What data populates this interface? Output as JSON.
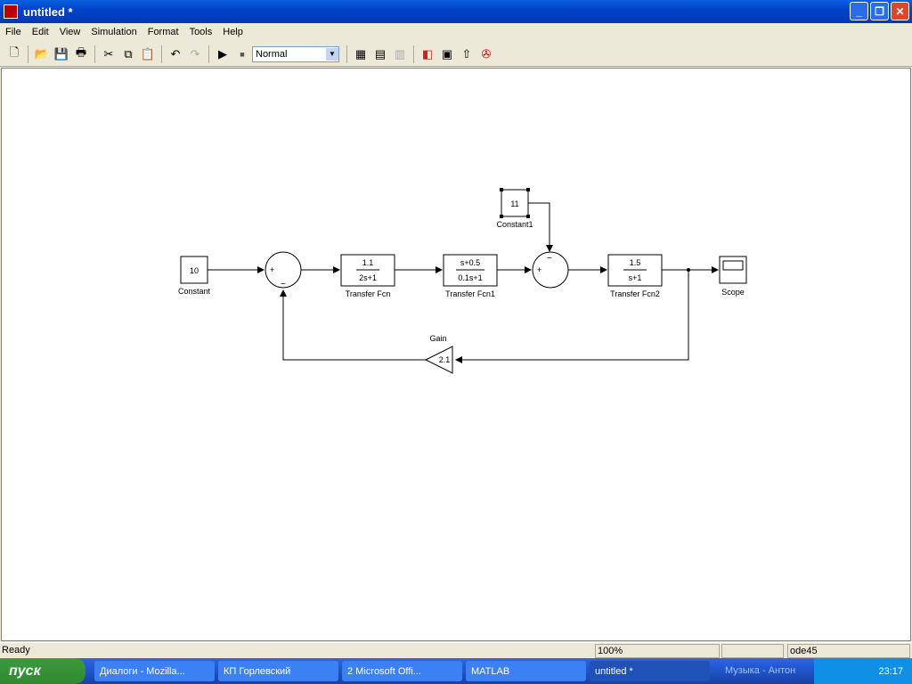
{
  "window": {
    "title": "untitled *",
    "minimize": "_",
    "maximize": "❐",
    "close": "✕"
  },
  "menu": [
    "File",
    "Edit",
    "View",
    "Simulation",
    "Format",
    "Tools",
    "Help"
  ],
  "toolbar": {
    "mode": "Normal",
    "icons": [
      "new-icon",
      "open-icon",
      "save-icon",
      "print-icon",
      "cut-icon",
      "copy-icon",
      "paste-icon",
      "undo-icon",
      "redo-icon",
      "play-icon",
      "stop-icon",
      "library-icon",
      "build-icon",
      "debug-icon",
      "model-explorer-icon",
      "subsystem-icon",
      "up-icon",
      "debugger-icon"
    ]
  },
  "blocks": {
    "constant": {
      "value": "10",
      "label": "Constant"
    },
    "constant1": {
      "value": "11",
      "label": "Constant1"
    },
    "tf1": {
      "num": "1.1",
      "den": "2s+1",
      "label": "Transfer Fcn"
    },
    "tf2": {
      "num": "s+0.5",
      "den": "0.1s+1",
      "label": "Transfer Fcn1"
    },
    "tf3": {
      "num": "1.5",
      "den": "s+1",
      "label": "Transfer Fcn2"
    },
    "scope": {
      "label": "Scope"
    },
    "gain": {
      "value": "2.1",
      "label": "Gain"
    },
    "sum1": {
      "plus": "+",
      "minus": "−"
    },
    "sum2": {
      "plus": "+",
      "minus": "−"
    }
  },
  "status": {
    "text": "Ready",
    "zoom": "100%",
    "solver": "ode45"
  },
  "taskbar": {
    "start": "пуск",
    "tasks": [
      "Диалоги - Mozilla...",
      "КП Горлевский",
      "2 Microsoft Offi...",
      "MATLAB",
      "untitled *"
    ],
    "music": "Музыка - Антон",
    "clock": "23:17"
  }
}
